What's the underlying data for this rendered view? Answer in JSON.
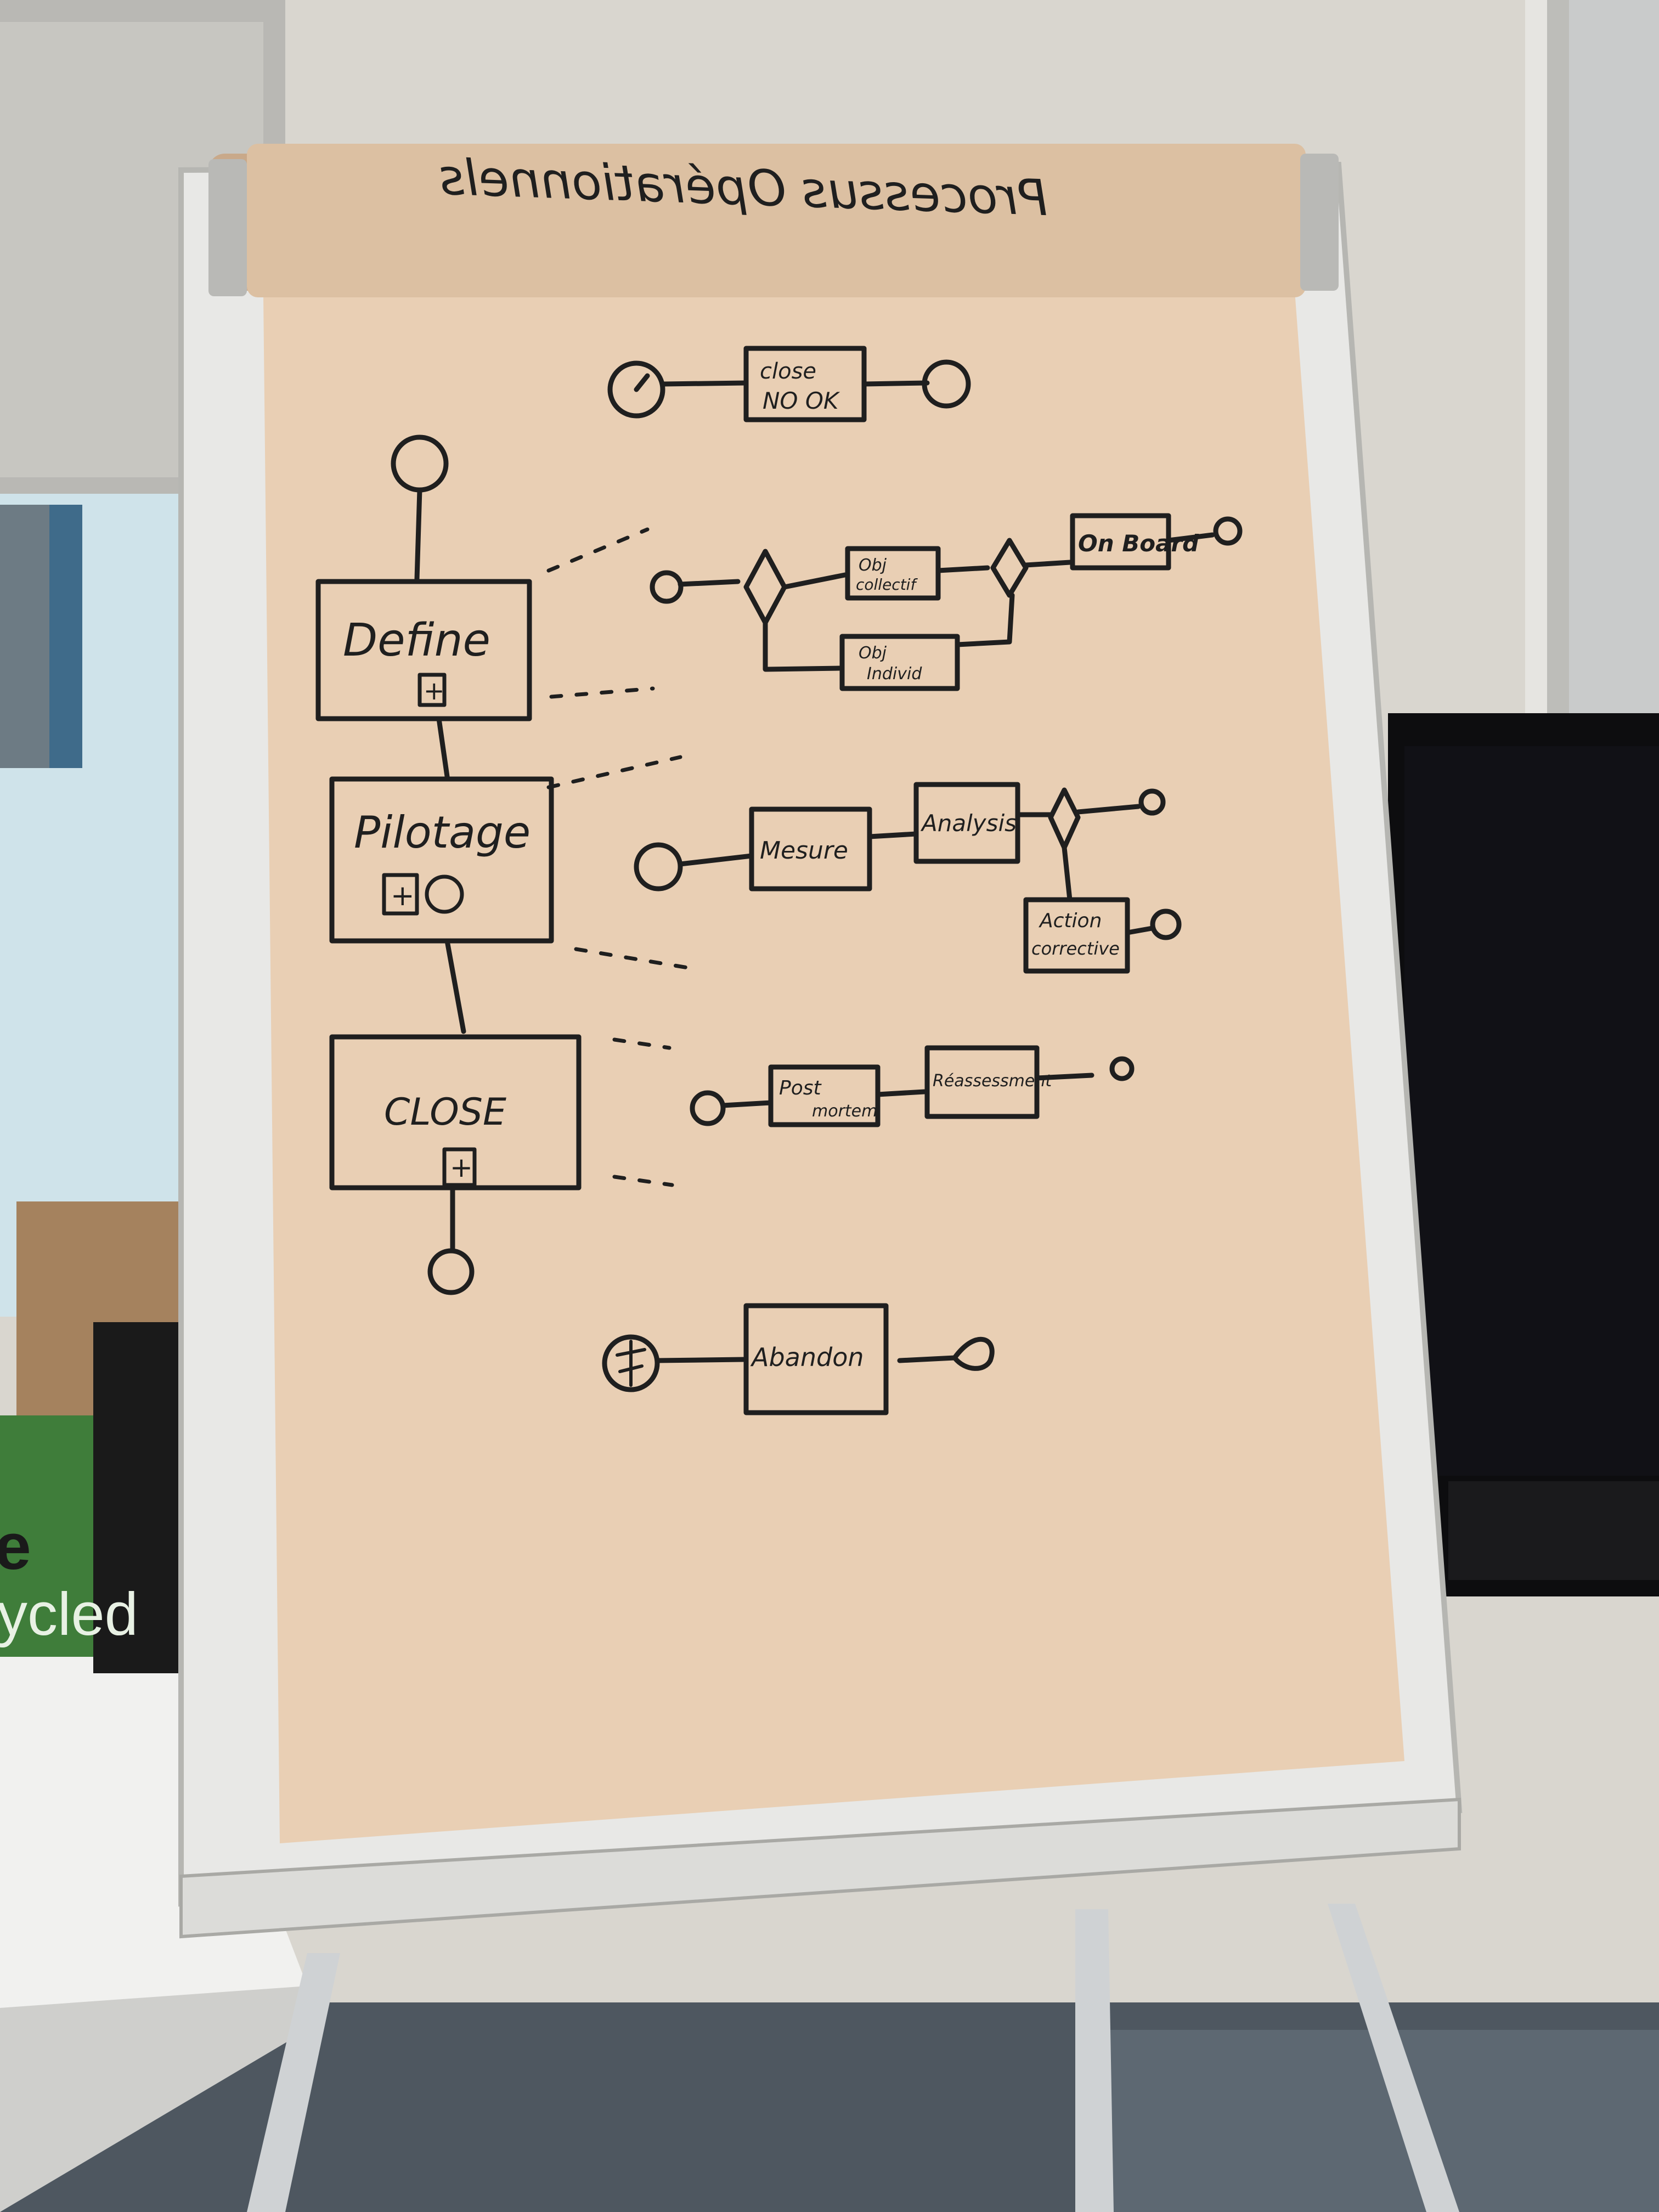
{
  "scene": {
    "description_label": "",
    "colors": {
      "paper": "#e9cfb4",
      "ink": "#1f1f1f",
      "wall": "#d9d6cf",
      "board_frame": "#c9c9c6",
      "monitor": "#0d0d0f",
      "window_light": "#cfe3ea"
    }
  },
  "background_text": {
    "recycled": "ycled",
    "recycled_letter": "e"
  },
  "roll": {
    "mirrored_text": "Processus Opérationnels"
  },
  "diagram": {
    "nodes": {
      "close_no_ok": "close\nNO OK",
      "define": "Define",
      "define_marker": "+",
      "pilotage": "Pilotage",
      "pilotage_marker": "+",
      "close": "CLOSE",
      "close_marker": "+",
      "obj_collective": "Obj\ncollectif",
      "obj_individuel": "Obj\nIndivid",
      "on_board": "On Board",
      "mesure": "Mesure",
      "analysis": "Analysis",
      "action_corrective": "Action\ncorrective",
      "post_mortem": "Post\nmortem",
      "reassessment": "Réassessment",
      "abandon": "Abandon"
    }
  }
}
